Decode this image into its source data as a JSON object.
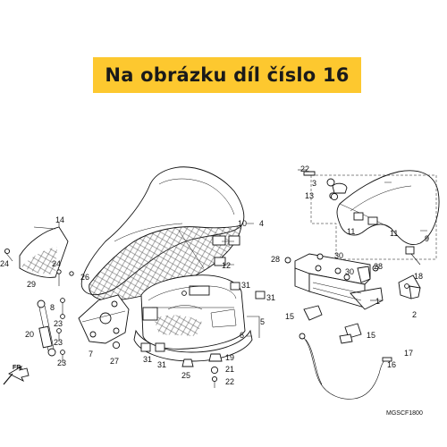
{
  "banner": {
    "text": "Na obrázku díl číslo 16"
  },
  "diagram_code": "MGSCF1800",
  "direction_label": "FR.",
  "callouts": [
    "1",
    "2",
    "3",
    "4",
    "5",
    "6",
    "7",
    "8",
    "9",
    "10",
    "11",
    "12",
    "13",
    "14",
    "15",
    "16",
    "17",
    "18",
    "19",
    "20",
    "21",
    "22",
    "23",
    "24",
    "25",
    "26",
    "27",
    "28",
    "29",
    "30",
    "31"
  ],
  "colors": {
    "banner_bg": "#fdc82f",
    "banner_text": "#1a1a1a",
    "line": "#111111"
  }
}
